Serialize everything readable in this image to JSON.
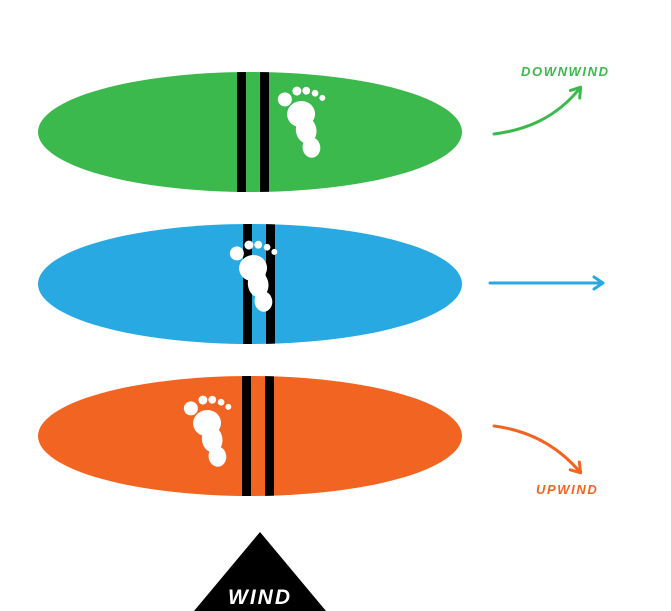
{
  "labels": {
    "downwind": "DOWNWIND",
    "upwind": "UPWIND",
    "wind": "WIND"
  },
  "colors": {
    "green": "#3cb94c",
    "blue": "#29a9e1",
    "orange": "#f26422",
    "black": "#000000",
    "white": "#ffffff"
  },
  "boards": [
    {
      "name": "downwind-stance-board",
      "color": "#3cb94c",
      "footprint_position": "behind the stringer stripes"
    },
    {
      "name": "neutral-stance-board",
      "color": "#29a9e1",
      "footprint_position": "over the stringer stripes"
    },
    {
      "name": "upwind-stance-board",
      "color": "#f26422",
      "footprint_position": "ahead of the stringer stripes"
    }
  ],
  "wind_indicator": {
    "shape": "triangle",
    "direction": "pointing up from bottom"
  }
}
